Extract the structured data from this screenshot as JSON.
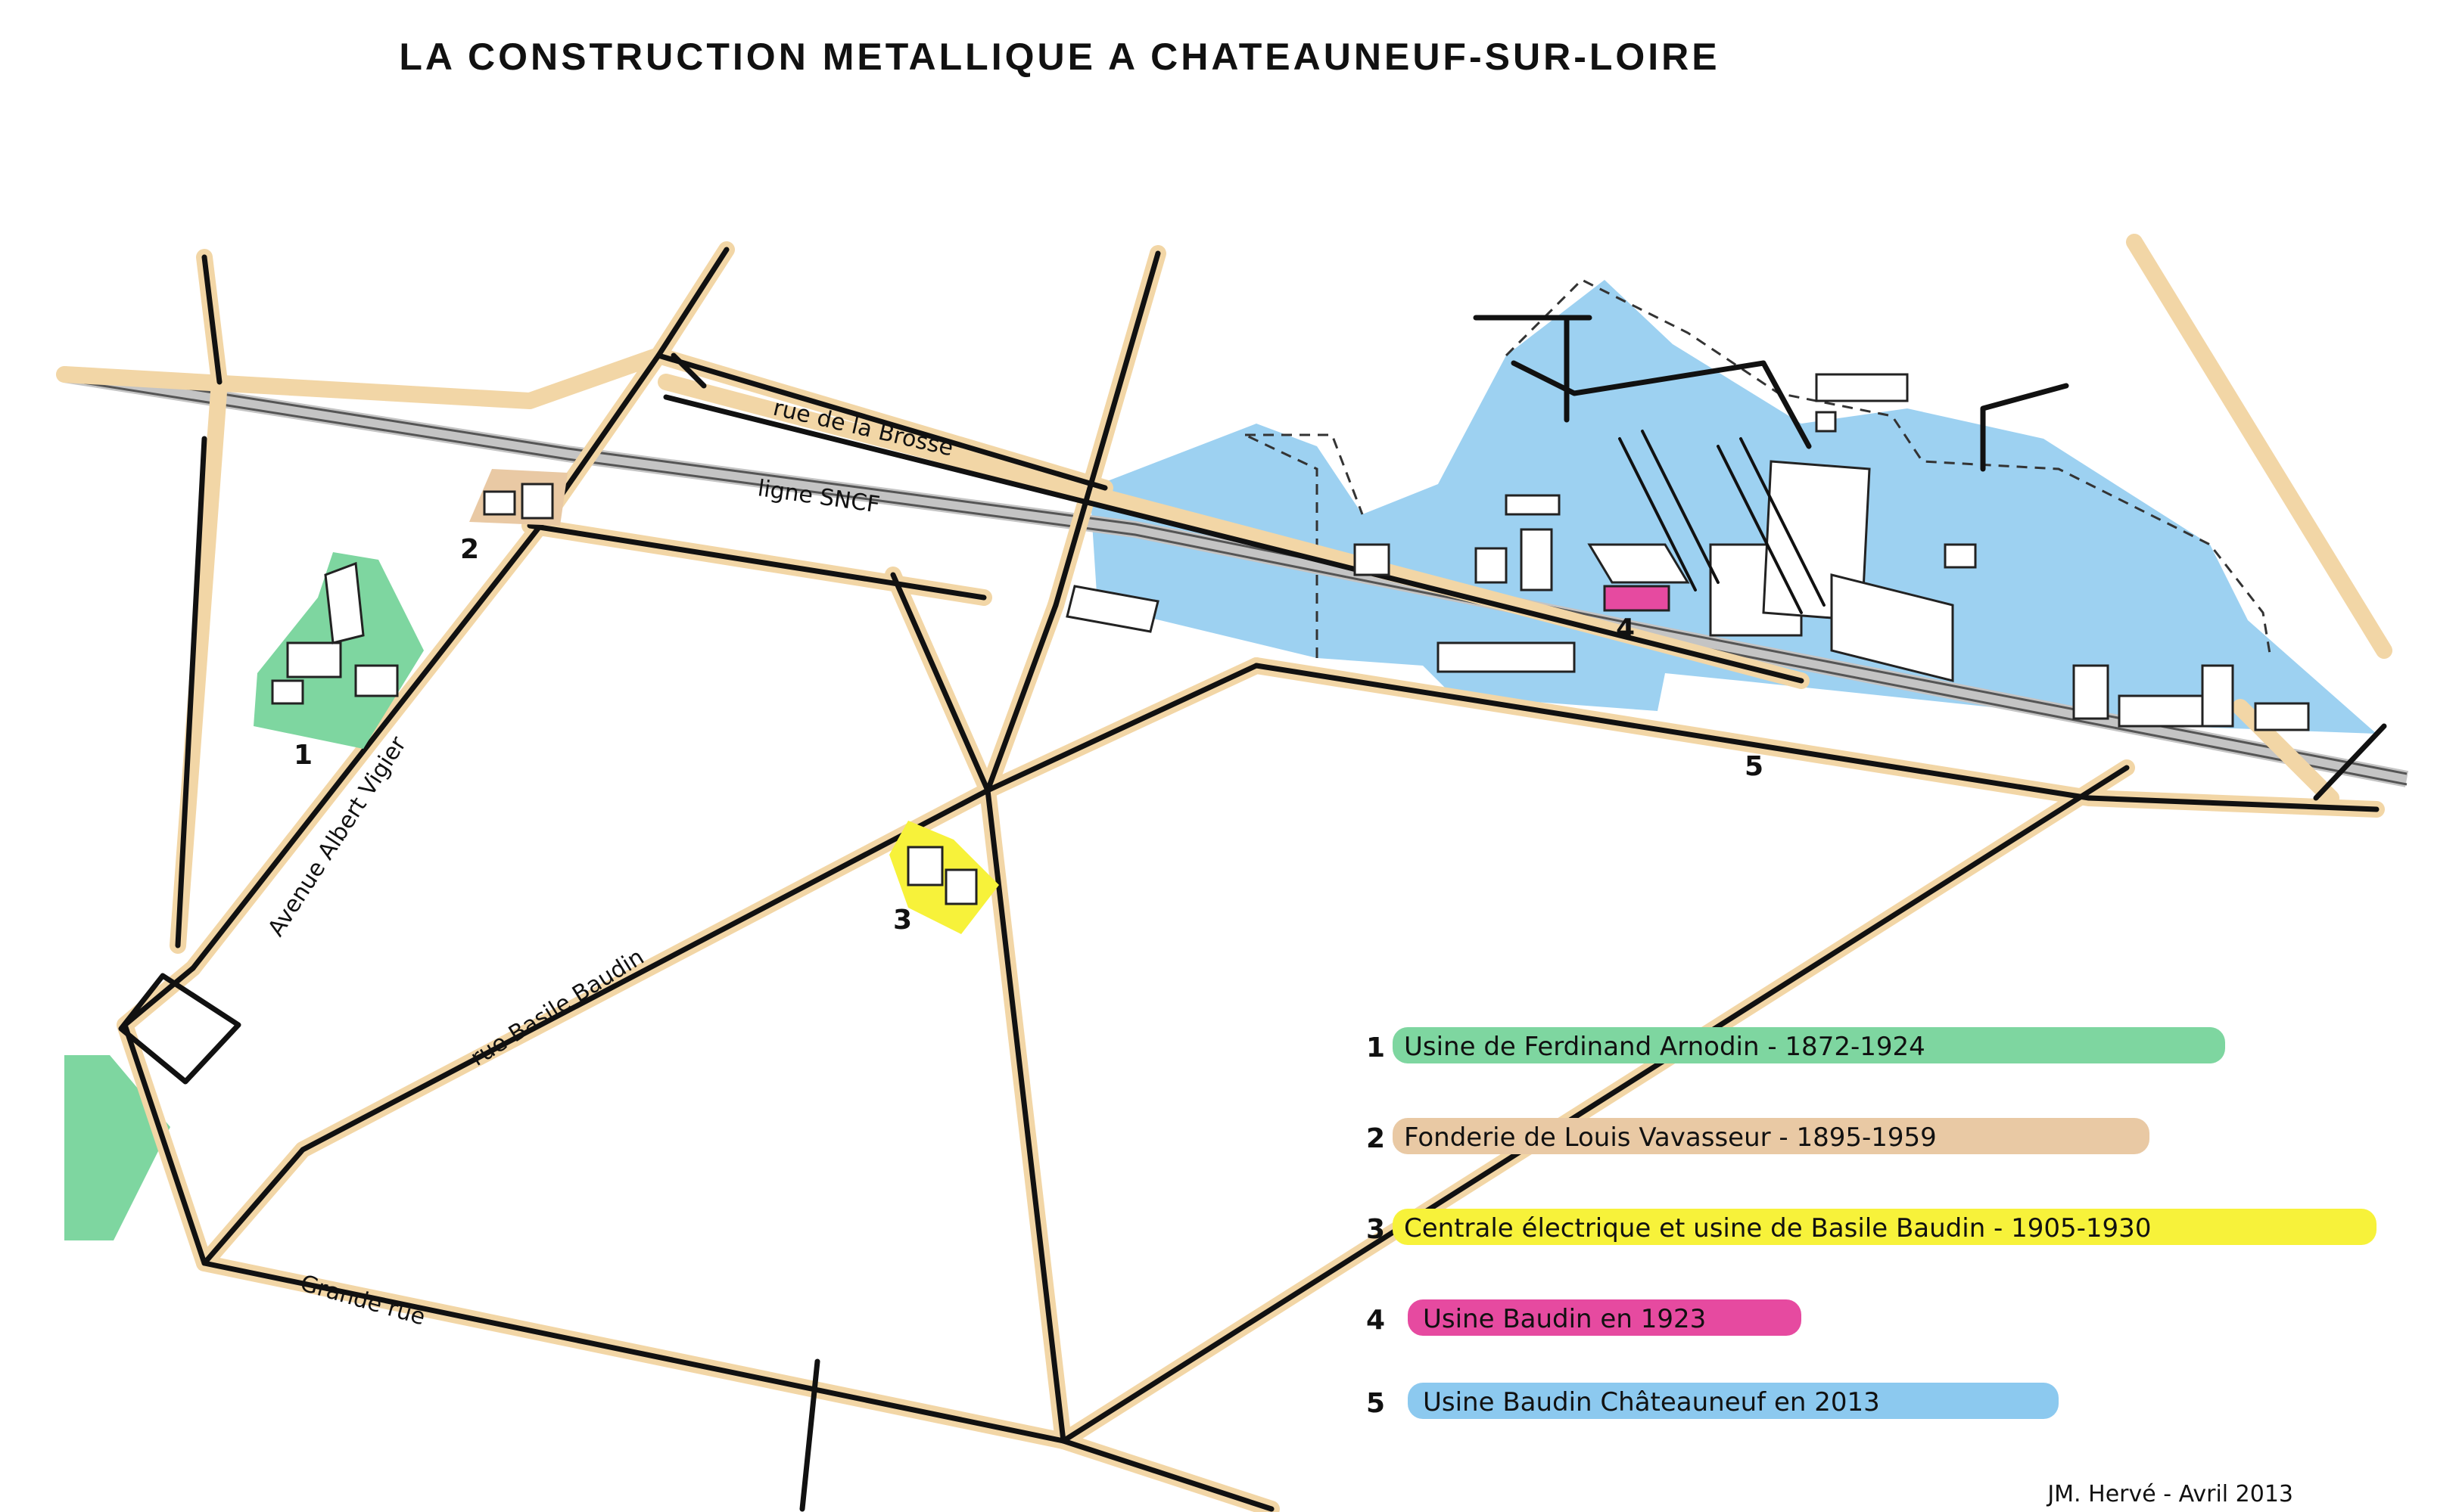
{
  "title": "LA CONSTRUCTION METALLIQUE A CHATEAUNEUF-SUR-LOIRE",
  "colors": {
    "green": "#7ed6a0",
    "tan": "#e9c9a4",
    "yellow": "#f7f23a",
    "pink": "#e64aa0",
    "blue": "#8cc9ef",
    "road_halo": "#f2d6a6"
  },
  "map": {
    "streets": {
      "rue_brosse": "rue de la Brosse",
      "ligne_sncf": "ligne SNCF",
      "avenue_vigier": "Avenue Albert Vigier",
      "rue_baudin": "rue Basile Baudin",
      "grande_rue": "Grande rue"
    },
    "markers": {
      "m1": "1",
      "m2": "2",
      "m3": "3",
      "m4": "4",
      "m5": "5"
    }
  },
  "legend": [
    {
      "number": "1",
      "text": "Usine de Ferdinand Arnodin - 1872-1924",
      "color": "#7ed6a0"
    },
    {
      "number": "2",
      "text": "Fonderie de Louis Vavasseur - 1895-1959",
      "color": "#e9c9a4"
    },
    {
      "number": "3",
      "text": "Centrale électrique et usine de Basile Baudin - 1905-1930",
      "color": "#f7f23a"
    },
    {
      "number": "4",
      "text": "Usine Baudin en 1923",
      "color": "#e64aa0"
    },
    {
      "number": "5",
      "text": "Usine Baudin Châteauneuf en 2013",
      "color": "#8cc9ef"
    }
  ],
  "signature": "JM. Hervé - Avril 2013"
}
